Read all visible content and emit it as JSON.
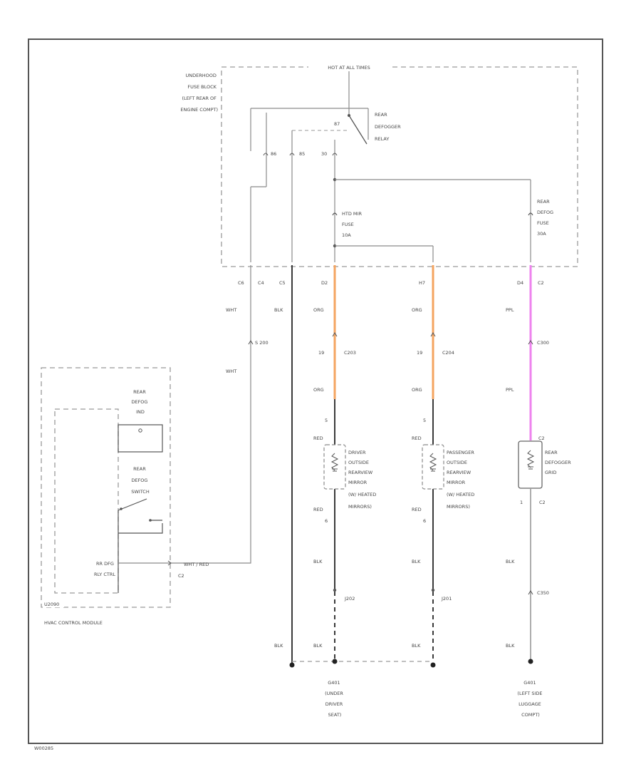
{
  "title": "",
  "colors": {
    "wire": "#8a8a8a",
    "wire_dark": "#3a3a3a",
    "orange": "#f4a460",
    "pink": "#ee82ee",
    "dash": "#9a9a9a"
  },
  "fuse_block": {
    "label_lines": [
      "UNDERHOOD",
      "FUSE BLOCK",
      "(LEFT REAR OF",
      "ENGINE COMPT)"
    ],
    "hot_label": "HOT AT ALL TIMES",
    "relay_lines": [
      "REAR",
      "DEFOGGER",
      "RELAY"
    ],
    "relay_pins": [
      "87",
      "30",
      "86",
      "85"
    ],
    "mirror_fuse_lines": [
      "HTD MIR",
      "FUSE",
      "10A"
    ],
    "defog_fuse_lines": [
      "REAR",
      "DEFOG",
      "FUSE",
      "30A"
    ],
    "pins": [
      "C6",
      "C4",
      "C5",
      "D2",
      "H7",
      "D4",
      "C2"
    ]
  },
  "wires": {
    "wht": "WHT",
    "blk": "BLK",
    "org": "ORG",
    "ppl": "PPL",
    "red": "RED",
    "wht_red": "WHT / RED",
    "blk_pin": "19"
  },
  "splices": {
    "s200": "S 200",
    "c203": "C203",
    "c204": "C204",
    "c300": "C300",
    "c350": "C350",
    "j202": "J202",
    "j201": "J201"
  },
  "hvac": {
    "ind_lines": [
      "REAR",
      "DEFOG",
      "IND"
    ],
    "switch_lines": [
      "REAR",
      "DEFOG",
      "SWITCH"
    ],
    "ctrl_lines": [
      "RR DFG",
      "RLY CTRL"
    ],
    "badge": "U2090",
    "module_label": "HVAC CONTROL MODULE",
    "connector": "C2"
  },
  "components": {
    "driver_mirror_lines": [
      "DRIVER",
      "OUTSIDE",
      "REARVIEW",
      "MIRROR",
      "(W/ HEATED",
      "MIRRORS)"
    ],
    "pass_mirror_lines": [
      "PASSENGER",
      "OUTSIDE",
      "REARVIEW",
      "MIRROR",
      "(W/ HEATED",
      "MIRRORS)"
    ],
    "defogger_lines": [
      "REAR",
      "DEFOGGER",
      "GRID"
    ],
    "grid_pin_top": "C2",
    "grid_pin_bottom": "C2",
    "pin_numbers": [
      "5",
      "6",
      "1"
    ]
  },
  "grounds": {
    "g401_lines": [
      "G401",
      "(UNDER",
      "DRIVER",
      "SEAT)"
    ],
    "g401b_lines": [
      "G401",
      "(LEFT SIDE",
      "LUGGAGE",
      "COMPT)"
    ]
  },
  "footer_code": "W00285"
}
